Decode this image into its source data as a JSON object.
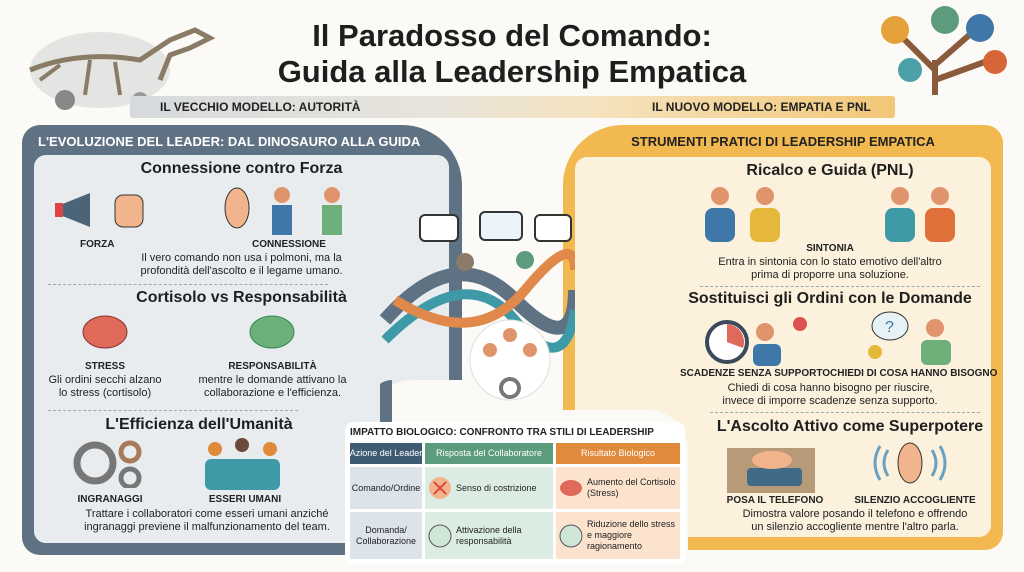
{
  "title": {
    "line1": "Il Paradosso del Comando:",
    "line2": "Guida alla Leadership Empatica"
  },
  "banner": {
    "left": "IL VECCHIO MODELLO: AUTORITÀ",
    "right": "IL NUOVO MODELLO: EMPATIA E PNL"
  },
  "left_panel": {
    "header": "L'EVOLUZIONE DEL LEADER: DAL DINOSAURO ALLA GUIDA",
    "sections": [
      {
        "title": "Connessione contro Forza",
        "labels": [
          "FORZA",
          "CONNESSIONE"
        ],
        "text": [
          "Il vero comando non usa i polmoni, ma la",
          "profondità dell'ascolto e il legame umano."
        ]
      },
      {
        "title": "Cortisolo vs Responsabilità",
        "labels": [
          "STRESS",
          "RESPONSABILITÀ"
        ],
        "texts": [
          [
            "Gli ordini secchi alzano",
            "lo stress (cortisolo)"
          ],
          [
            "mentre le domande attivano la",
            "collaborazione e l'efficienza."
          ]
        ]
      },
      {
        "title": "L'Efficienza dell'Umanità",
        "labels": [
          "INGRANAGGI",
          "ESSERI UMANI"
        ],
        "text": [
          "Trattare i collaboratori come esseri umani anziché",
          "ingranaggi previene il malfunzionamento del team."
        ]
      }
    ]
  },
  "right_panel": {
    "header": "STRUMENTI PRATICI DI LEADERSHIP EMPATICA",
    "sections": [
      {
        "title": "Ricalco e Guida (PNL)",
        "labels": [
          "SINTONIA"
        ],
        "text": [
          "Entra in sintonia con lo stato emotivo dell'altro",
          "prima di proporre una soluzione."
        ]
      },
      {
        "title": "Sostituisci gli Ordini con le Domande",
        "labels": [
          "SCADENZE SENZA SUPPORTO",
          "CHIEDI DI COSA HANNO BISOGNO"
        ],
        "text": [
          "Chiedi di cosa hanno bisogno per riuscire,",
          "invece di imporre scadenze senza supporto."
        ]
      },
      {
        "title": "L'Ascolto Attivo come Superpotere",
        "labels": [
          "POSA IL TELEFONO",
          "SILENZIO ACCOGLIENTE"
        ],
        "text": [
          "Dimostra valore posando il telefono e offrendo",
          "un silenzio accogliente mentre l'altro parla."
        ]
      }
    ]
  },
  "table": {
    "title": "IMPATTO BIOLOGICO: CONFRONTO TRA STILI DI LEADERSHIP",
    "headers": [
      "Azione del Leader",
      "Risposta del Collaboratore",
      "Risultato Biologico"
    ],
    "rows": [
      [
        "Comando/Ordine",
        "Senso di costrizione",
        "Aumento del Cortisolo (Stress)"
      ],
      [
        "Domanda/ Collaborazione",
        "Attivazione della responsabilità",
        "Riduzione dello stress e maggiore ragionamento"
      ]
    ]
  },
  "colors": {
    "slate": "#5f7283",
    "orange": "#f1b94f",
    "header_blue": "#3f5a73",
    "header_green": "#5c9c7c",
    "header_orange": "#e08a3c"
  }
}
